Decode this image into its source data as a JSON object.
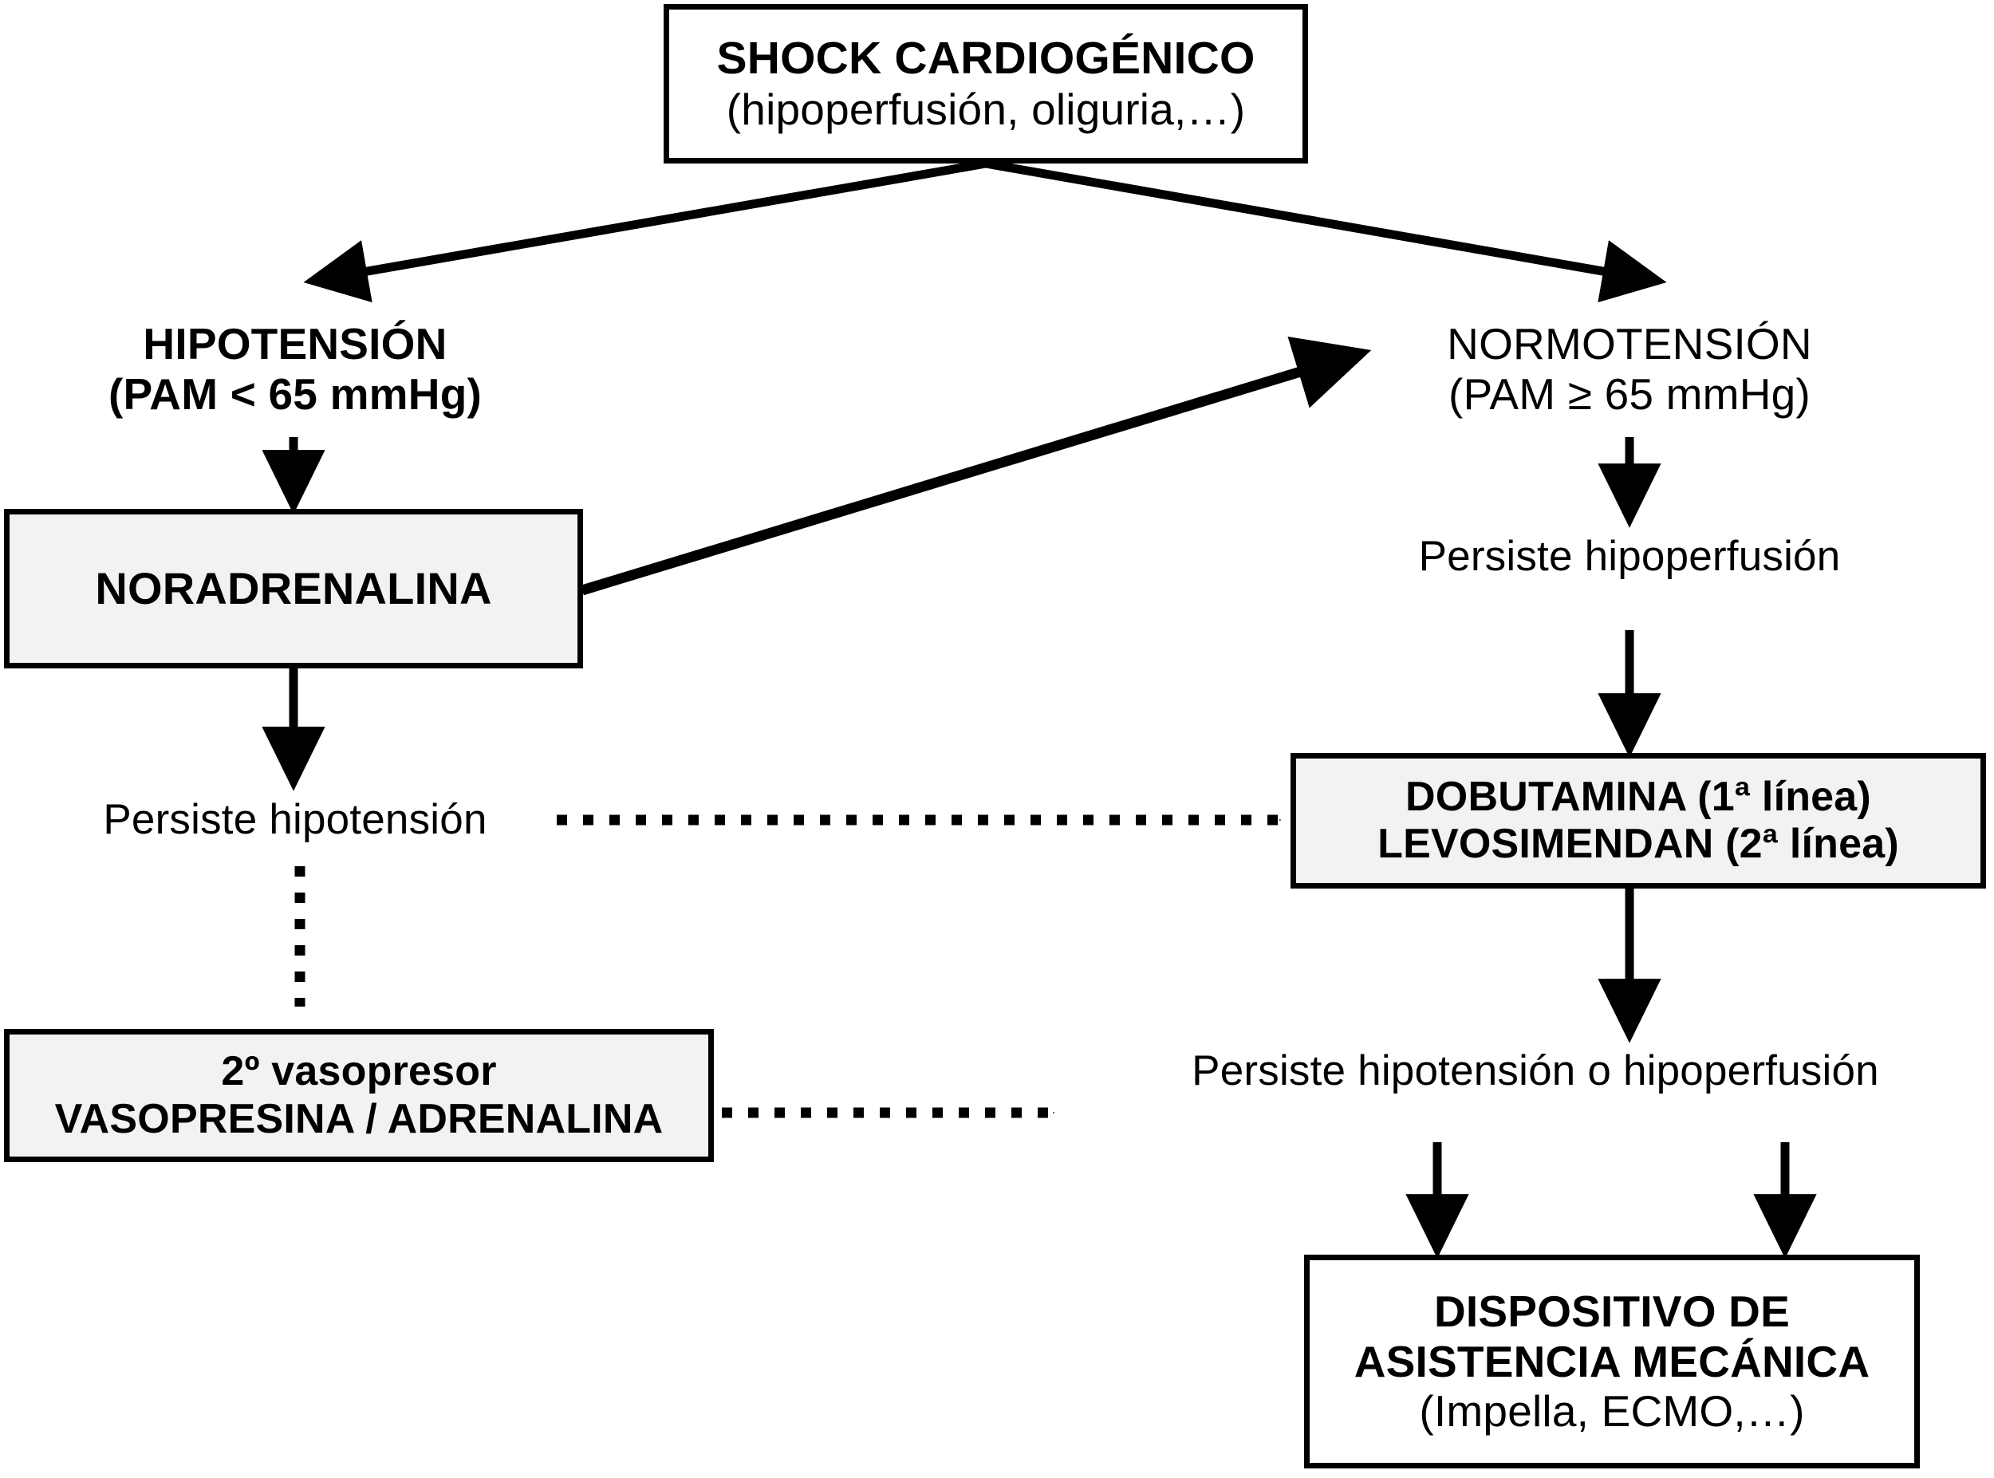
{
  "diagram": {
    "title_node": {
      "line1": "SHOCK CARDIOGÉNICO",
      "line2": "(hipoperfusión, oliguria,…)"
    },
    "branch_left": {
      "line1": "HIPOTENSIÓN",
      "line2": "(PAM < 65 mmHg)"
    },
    "branch_right": {
      "line1": "NORMOTENSIÓN",
      "line2": "(PAM ≥ 65 mmHg)"
    },
    "noradrenalina": {
      "line1": "NORADRENALINA"
    },
    "persiste_hipotension": {
      "line1": "Persiste hipotensión"
    },
    "persiste_hipoperfusion": {
      "line1": "Persiste hipoperfusión"
    },
    "vasopresor": {
      "line1": "2º vasopresor",
      "line2": "VASOPRESINA / ADRENALINA"
    },
    "inotropos": {
      "line1": "DOBUTAMINA (1ª línea)",
      "line2": "LEVOSIMENDAN (2ª línea)"
    },
    "persiste_ambos": {
      "line1": "Persiste hipotensión o hipoperfusión"
    },
    "dispositivo": {
      "line1": "DISPOSITIVO DE",
      "line2": "ASISTENCIA MECÁNICA",
      "line3": "(Impella, ECMO,…)"
    },
    "colors": {
      "stroke": "#000000",
      "box_fill": "#ffffff",
      "shaded_fill": "#f2f2f2",
      "background": "#ffffff"
    }
  }
}
